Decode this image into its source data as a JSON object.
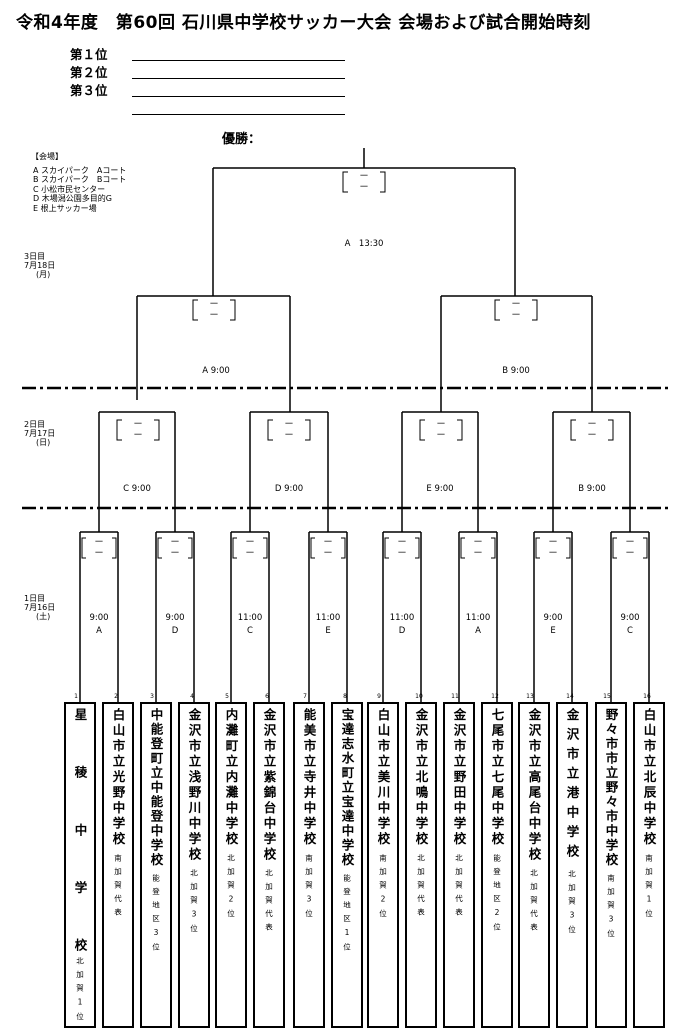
{
  "title": "令和4年度　第60回 石川県中学校サッカー大会 会場および試合開始時刻",
  "placings": [
    "第１位",
    "第２位",
    "第３位"
  ],
  "champion_label": "優勝：",
  "venues": {
    "heading": "【会場】",
    "items": [
      "A スカイパーク　Aコート",
      "B スカイパーク　Bコート",
      "C 小松市民センター",
      "D 木場潟公園多目的G",
      "E 根上サッカー場"
    ]
  },
  "days": [
    {
      "label": "3日目",
      "date": "7月18日",
      "weekday": "(月)"
    },
    {
      "label": "2日目",
      "date": "7月17日",
      "weekday": "(日)"
    },
    {
      "label": "1日目",
      "date": "7月16日",
      "weekday": "(土)"
    }
  ],
  "slot_text": "－",
  "final": {
    "venue_time": "A　13:30"
  },
  "semifinals": [
    "A 9:00",
    "B 9:00"
  ],
  "quarterfinals": [
    "C 9:00",
    "D 9:00",
    "E 9:00",
    "B 9:00"
  ],
  "round1": [
    {
      "time": "9:00",
      "venue": "A"
    },
    {
      "time": "9:00",
      "venue": "D"
    },
    {
      "time": "11:00",
      "venue": "C"
    },
    {
      "time": "11:00",
      "venue": "E"
    },
    {
      "time": "11:00",
      "venue": "D"
    },
    {
      "time": "11:00",
      "venue": "A"
    },
    {
      "time": "9:00",
      "venue": "E"
    },
    {
      "time": "9:00",
      "venue": "C"
    }
  ],
  "teams": [
    {
      "seed": "1",
      "name": "星稜中学校",
      "sub": "北加賀1位"
    },
    {
      "seed": "2",
      "name": "白山市立光野中学校",
      "sub": "南加賀代表"
    },
    {
      "seed": "3",
      "name": "中能登町立中能登中学校",
      "sub": "能登地区3位"
    },
    {
      "seed": "4",
      "name": "金沢市立浅野川中学校",
      "sub": "北加賀3位"
    },
    {
      "seed": "5",
      "name": "内灘町立内灘中学校",
      "sub": "北加賀2位"
    },
    {
      "seed": "6",
      "name": "金沢市立紫錦台中学校",
      "sub": "北加賀代表"
    },
    {
      "seed": "7",
      "name": "能美市立寺井中学校",
      "sub": "南加賀3位"
    },
    {
      "seed": "8",
      "name": "宝達志水町立宝達中学校",
      "sub": "能登地区1位"
    },
    {
      "seed": "9",
      "name": "白山市立美川中学校",
      "sub": "南加賀2位"
    },
    {
      "seed": "10",
      "name": "金沢市立北鳴中学校",
      "sub": "北加賀代表"
    },
    {
      "seed": "11",
      "name": "金沢市立野田中学校",
      "sub": "北加賀代表"
    },
    {
      "seed": "12",
      "name": "七尾市立七尾中学校",
      "sub": "能登地区2位"
    },
    {
      "seed": "13",
      "name": "金沢市立高尾台中学校",
      "sub": "北加賀代表"
    },
    {
      "seed": "14",
      "name": "金沢市立港中学校",
      "sub": "北加賀3位"
    },
    {
      "seed": "15",
      "name": "野々市市立野々市中学校",
      "sub": "南加賀3位"
    },
    {
      "seed": "16",
      "name": "白山市立北辰中学校",
      "sub": "南加賀1位"
    }
  ]
}
